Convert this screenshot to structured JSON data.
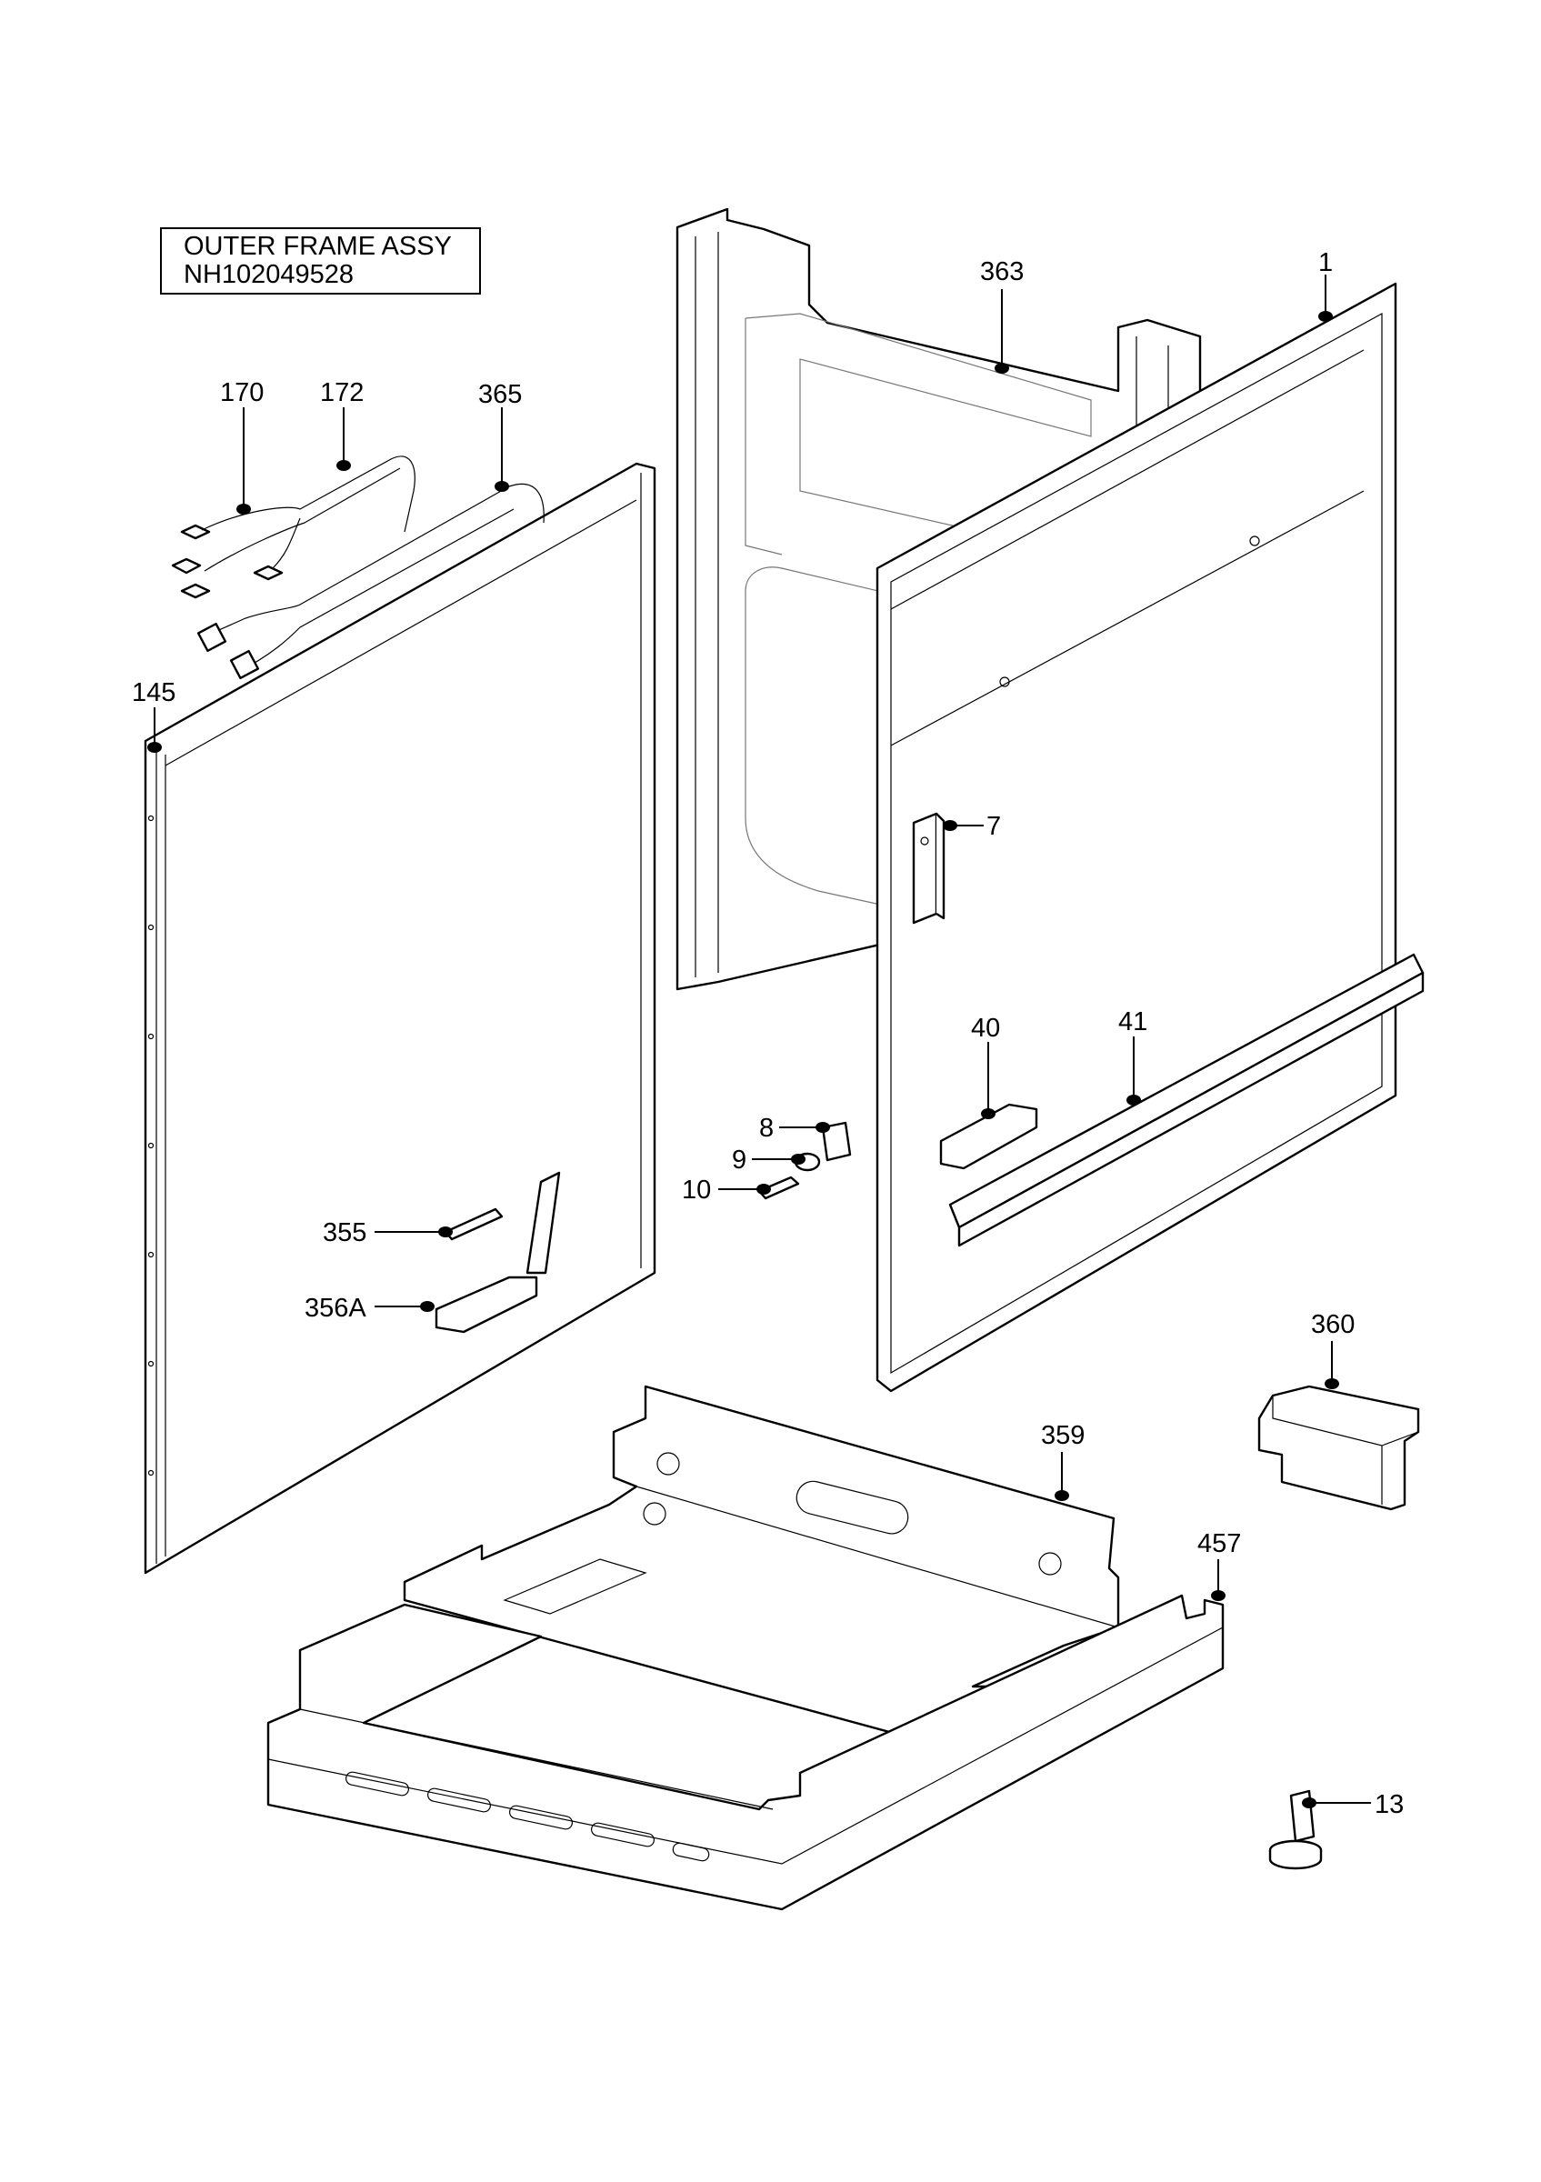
{
  "title": {
    "line1": "OUTER FRAME ASSY",
    "line2": "NH102049528"
  },
  "callouts": [
    {
      "id": "c-363",
      "label": "363"
    },
    {
      "id": "c-1",
      "label": "1"
    },
    {
      "id": "c-170",
      "label": "170"
    },
    {
      "id": "c-172",
      "label": "172"
    },
    {
      "id": "c-365",
      "label": "365"
    },
    {
      "id": "c-145",
      "label": "145"
    },
    {
      "id": "c-7",
      "label": "7"
    },
    {
      "id": "c-40",
      "label": "40"
    },
    {
      "id": "c-41",
      "label": "41"
    },
    {
      "id": "c-8",
      "label": "8"
    },
    {
      "id": "c-9",
      "label": "9"
    },
    {
      "id": "c-10",
      "label": "10"
    },
    {
      "id": "c-355",
      "label": "355"
    },
    {
      "id": "c-356A",
      "label": "356A"
    },
    {
      "id": "c-360",
      "label": "360"
    },
    {
      "id": "c-359",
      "label": "359"
    },
    {
      "id": "c-457",
      "label": "457"
    },
    {
      "id": "c-13",
      "label": "13"
    }
  ]
}
